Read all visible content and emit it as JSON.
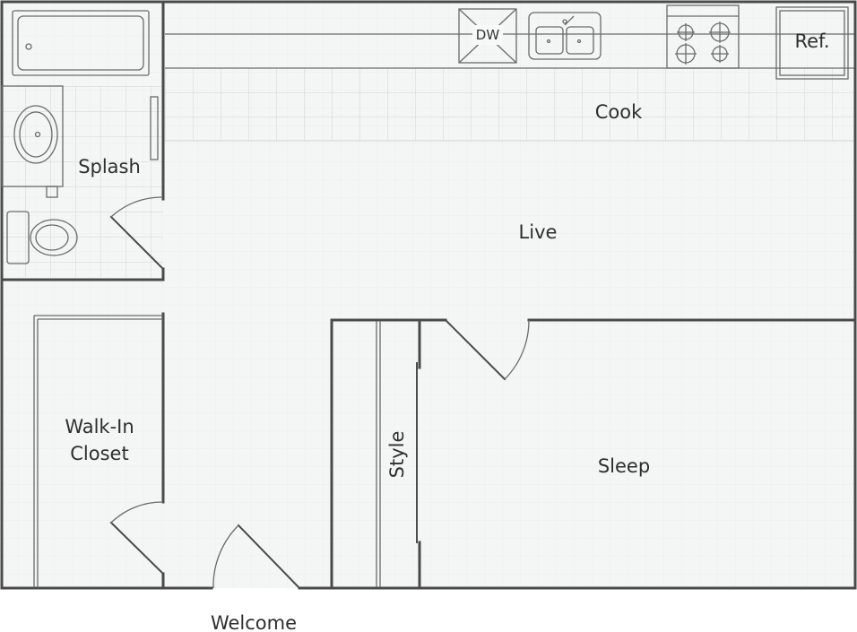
{
  "rooms": {
    "splash": "Splash",
    "cook": "Cook",
    "live": "Live",
    "walk_in_closet_line1": "Walk-In",
    "walk_in_closet_line2": "Closet",
    "style": "Style",
    "sleep": "Sleep",
    "welcome": "Welcome"
  },
  "fixtures": {
    "dishwasher": "DW",
    "refrigerator": "Ref."
  },
  "colors": {
    "floor": "#f3f6f5",
    "wall": "#4a4a4a",
    "tile": "#cfd6d4"
  }
}
